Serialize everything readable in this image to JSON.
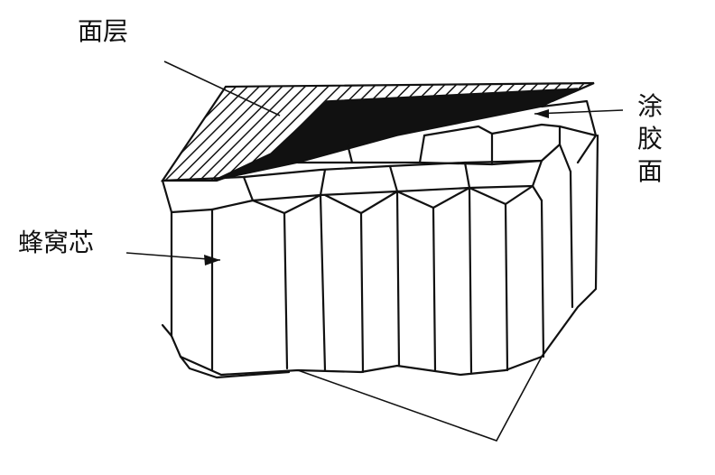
{
  "labels": {
    "face_layer": "面层",
    "glue_face": "涂胶面",
    "honeycomb_core": "蜂窝芯"
  },
  "colors": {
    "ink": "#111111",
    "background": "#ffffff"
  }
}
